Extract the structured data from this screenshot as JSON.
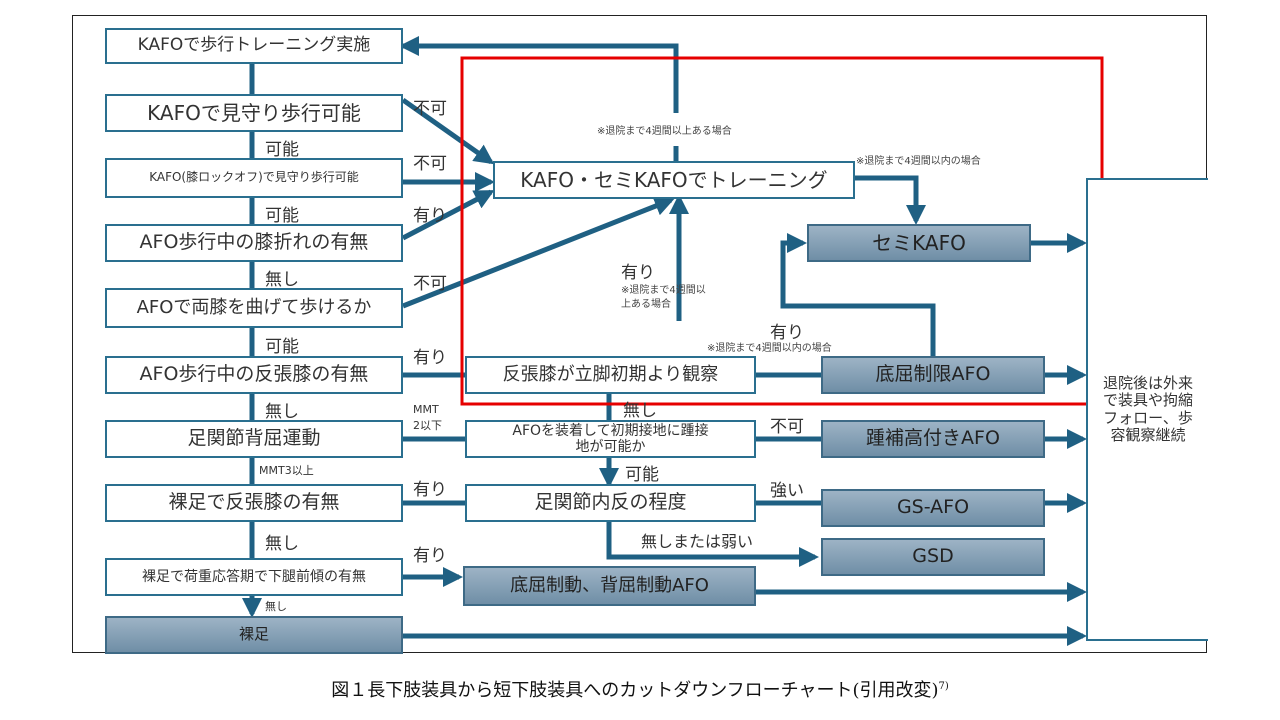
{
  "colors": {
    "connector": "#1f6083",
    "node_border": "#2a6f8f",
    "device_fill_top": "#9db3c5",
    "device_fill_bottom": "#6f8ea6",
    "highlight": "#e60000"
  },
  "left_column": {
    "kafo_training": "KAFOで歩行トレーニング実施",
    "kafo_supervised": "KAFOで見守り歩行可能",
    "kafo_lockoff": "KAFO(膝ロックオフ)で見守り歩行可能",
    "afo_knee_buckling": "AFO歩行中の膝折れの有無",
    "afo_bend_knees": "AFOで両膝を曲げて歩けるか",
    "afo_hyperextension": "AFO歩行中の反張膝の有無",
    "ankle_dorsiflexion": "足関節背屈運動",
    "barefoot_hyperextension": "裸足で反張膝の有無",
    "barefoot_shank_tilt": "裸足で荷重応答期で下腿前傾の有無",
    "barefoot": "裸足"
  },
  "middle_column": {
    "kafo_semi_training": "KAFO・セミKAFOでトレーニング",
    "hyperext_observed": "反張膝が立脚初期より観察",
    "heel_contact_q": "AFOを装着して初期接地に踵接地が可能か",
    "ankle_inversion": "足関節内反の程度",
    "pf_df_control_afo": "底屈制動、背屈制動AFO"
  },
  "devices": {
    "semi_kafo": "セミKAFO",
    "pf_stop_afo": "底屈制限AFO",
    "heel_raise_afo": "踵補高付きAFO",
    "gs_afo": "GS-AFO",
    "gsd": "GSD"
  },
  "outcome": "退院後は外来で装具や拘縮フォロー、歩容観察継続",
  "edge_labels": {
    "no_good_1": "不可",
    "possible_1": "可能",
    "no_good_2": "不可",
    "possible_2": "可能",
    "present_1": "有り",
    "none_1": "無し",
    "no_good_3": "不可",
    "possible_3": "可能",
    "present_2": "有り",
    "none_2": "無し",
    "mmt_low_1": "MMT",
    "mmt_low_2": "2以下",
    "mmt_high": "MMT3以上",
    "present_3": "有り",
    "none_3": "無し",
    "present_4": "有り",
    "none_4": "無し",
    "present_over4w": "有り",
    "present_within4w": "有り",
    "none_mid": "無し",
    "no_good_heel": "不可",
    "possible_heel": "可能",
    "strong": "強い",
    "none_or_weak": "無しまたは弱い"
  },
  "notes": {
    "over_4w_top": "※退院まで4週間以上ある場合",
    "within_4w_top": "※退院まで4週間以内の場合",
    "over_4w_mid_1": "※退院まで4週間以",
    "over_4w_mid_2": "上ある場合",
    "within_4w_mid": "※退院まで4週間以内の場合"
  },
  "caption": {
    "text": "図１長下肢装具から短下肢装具へのカットダウンフローチャート(引用改変)",
    "ref": "7)"
  }
}
